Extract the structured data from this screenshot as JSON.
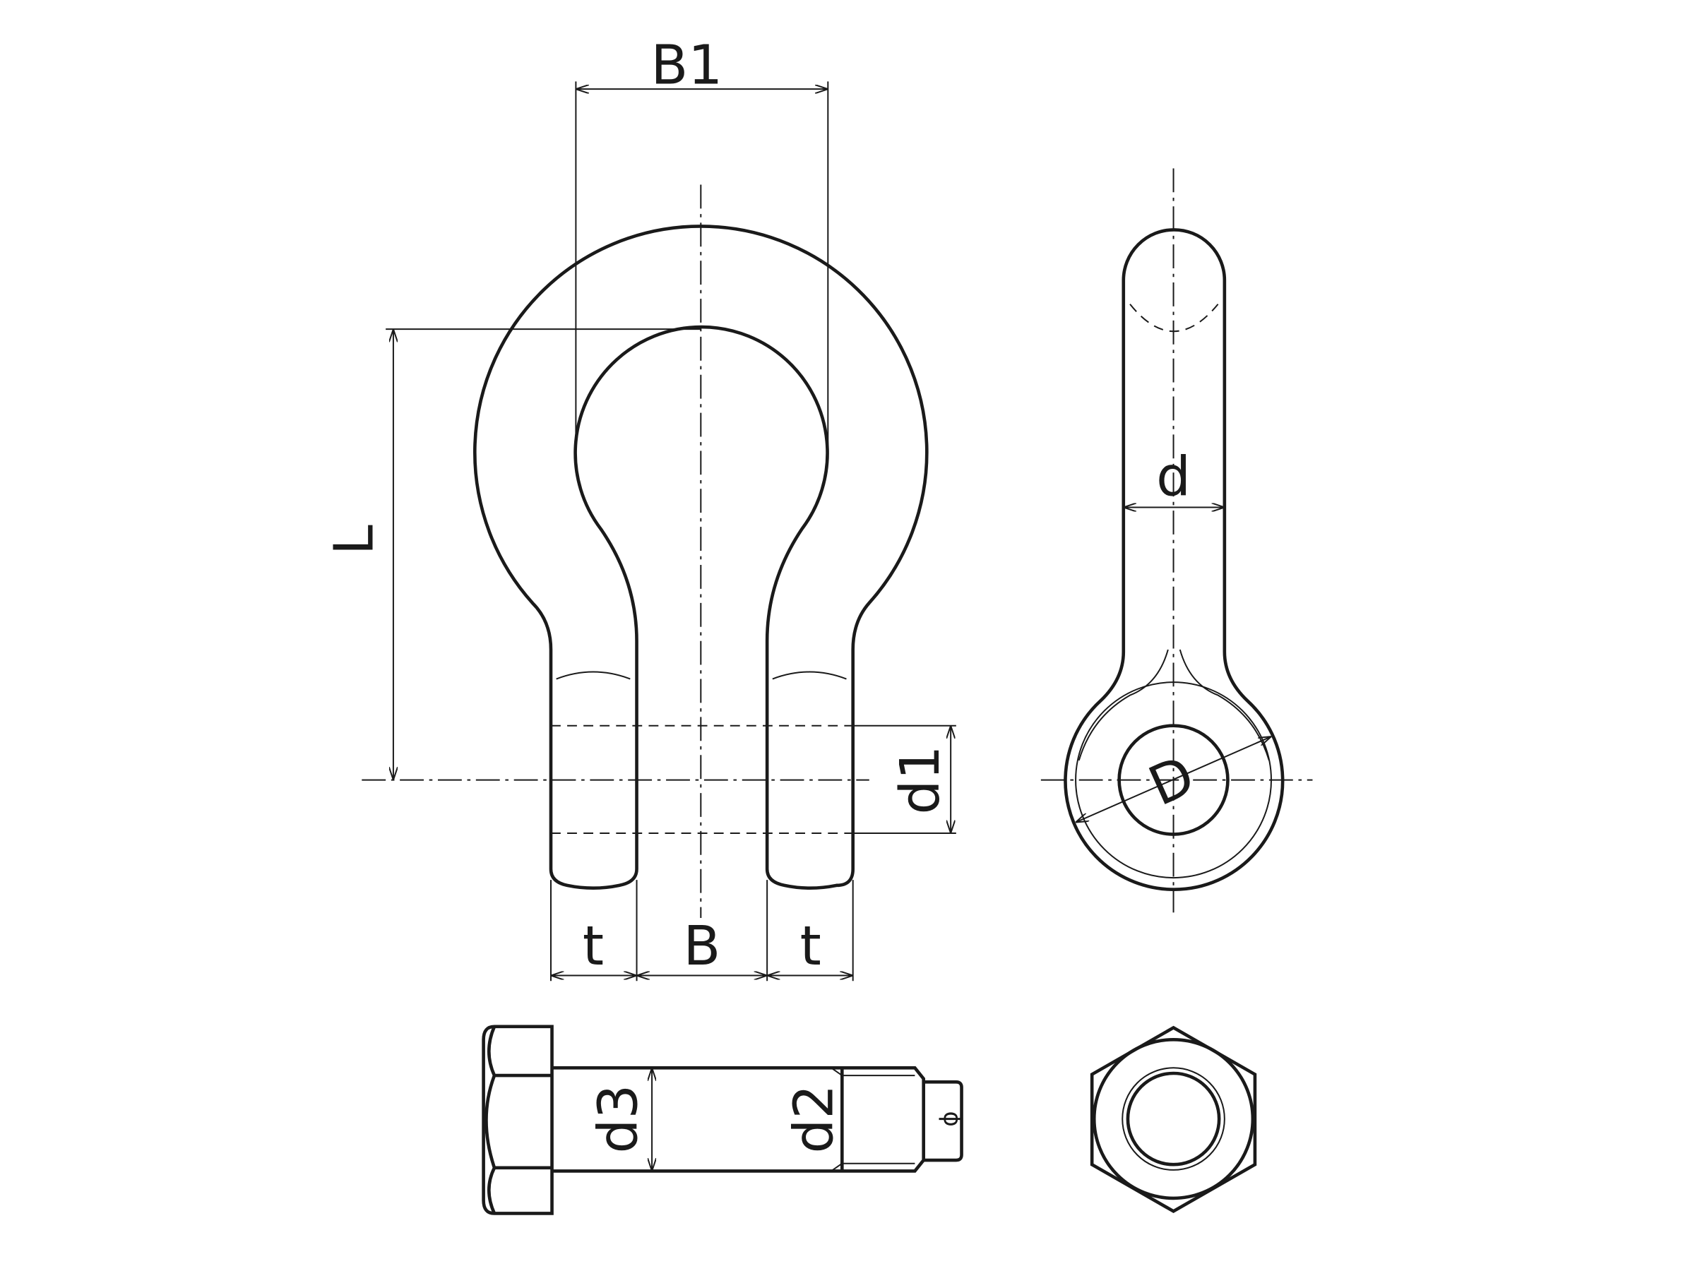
{
  "drawing": {
    "title": "Shackle dimension drawing",
    "line_color": "#1a1a1a",
    "labels": {
      "B1": "B1",
      "L": "L",
      "d": "d",
      "D": "D",
      "d1": "d1",
      "t_left": "t",
      "B": "B",
      "t_right": "t",
      "d3": "d3",
      "d2": "d2",
      "pin_symbol": "ϕ"
    }
  }
}
